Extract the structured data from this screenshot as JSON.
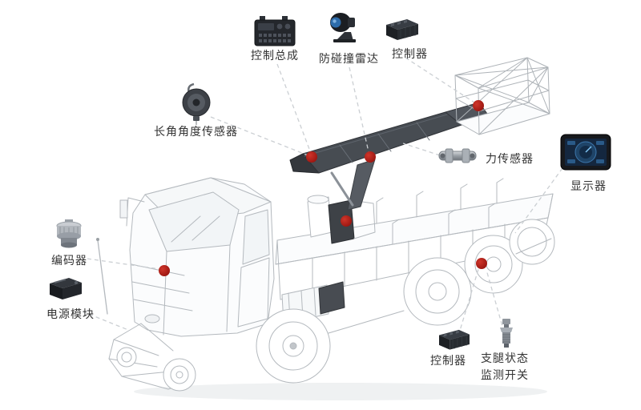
{
  "diagram": {
    "background": "#ffffff",
    "subject": "truck-mounted-aerial-platform-wireframe",
    "colors": {
      "marker_dot": "#a81210",
      "leader_line": "#cbcfd3",
      "label_text": "#333333",
      "boom_dark": "#474c52"
    },
    "callouts": {
      "control_assembly": {
        "label": "控制总成",
        "icon": "control-assembly-icon"
      },
      "anti_collision_radar": {
        "label": "防碰撞雷达",
        "icon": "radar-sensor-icon"
      },
      "controller_top": {
        "label": "控制器",
        "icon": "controller-module-icon"
      },
      "angle_sensor": {
        "label": "长角角度传感器",
        "icon": "angle-sensor-icon"
      },
      "force_sensor": {
        "label": "力传感器",
        "icon": "load-cell-icon"
      },
      "display": {
        "label": "显示器",
        "icon": "display-monitor-icon"
      },
      "encoder": {
        "label": "编码器",
        "icon": "encoder-icon"
      },
      "power_module": {
        "label": "电源模块",
        "icon": "power-module-icon"
      },
      "controller_bottom": {
        "label": "控制器",
        "icon": "controller-module-icon"
      },
      "outrigger_switch": {
        "label_line1": "支腿状态",
        "label_line2": "监测开关",
        "icon": "outrigger-switch-icon"
      }
    },
    "marker_count": 6
  }
}
